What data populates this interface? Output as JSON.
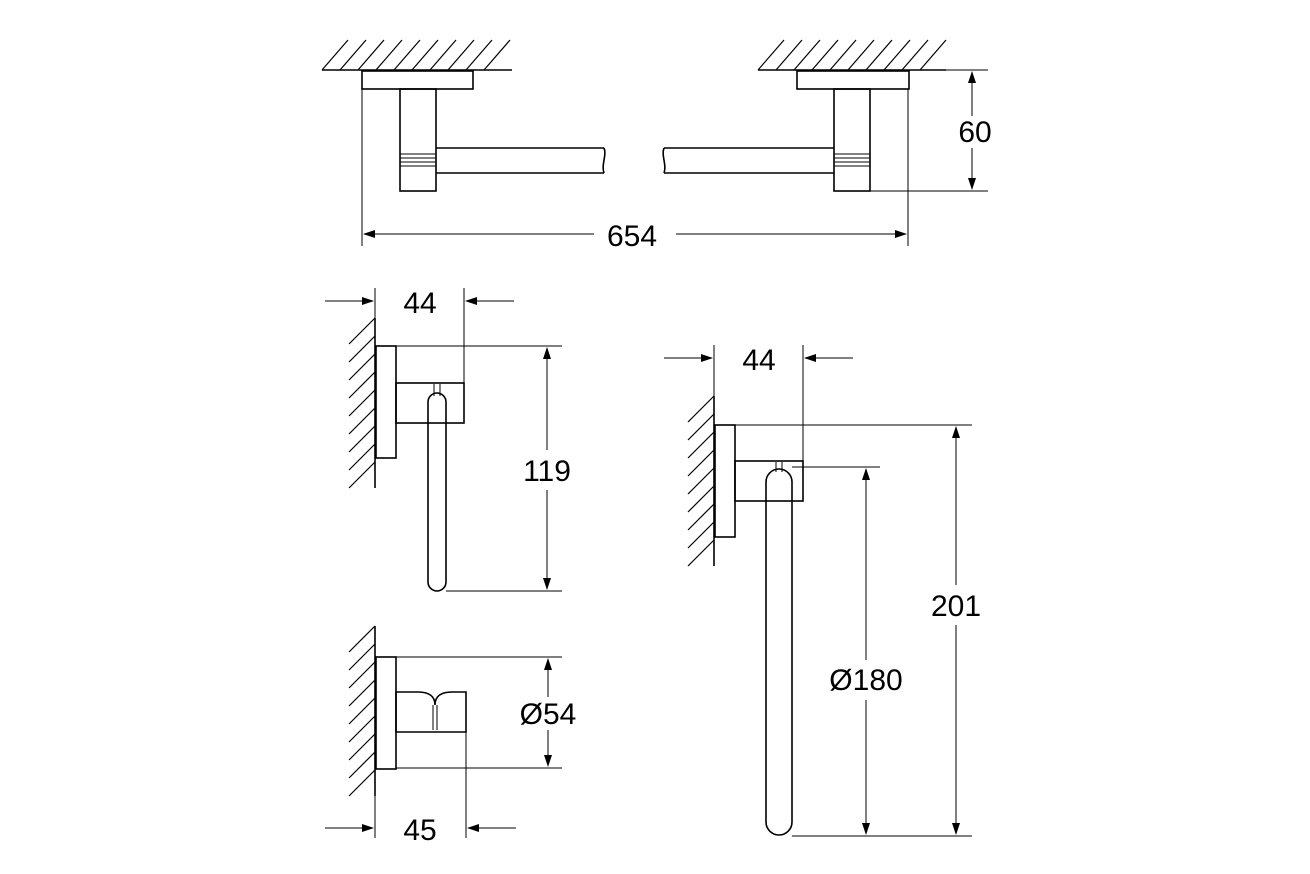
{
  "diagram": {
    "dimensions": {
      "towel_bar_length": "654",
      "towel_bar_depth": "60",
      "paper_holder_projection": "44",
      "paper_holder_height": "119",
      "towel_ring_projection": "44",
      "towel_ring_height": "201",
      "towel_ring_diameter": "Ø180",
      "hook_diameter": "Ø54",
      "hook_projection": "45"
    },
    "colors": {
      "line": "#000000",
      "background": "#ffffff"
    }
  }
}
